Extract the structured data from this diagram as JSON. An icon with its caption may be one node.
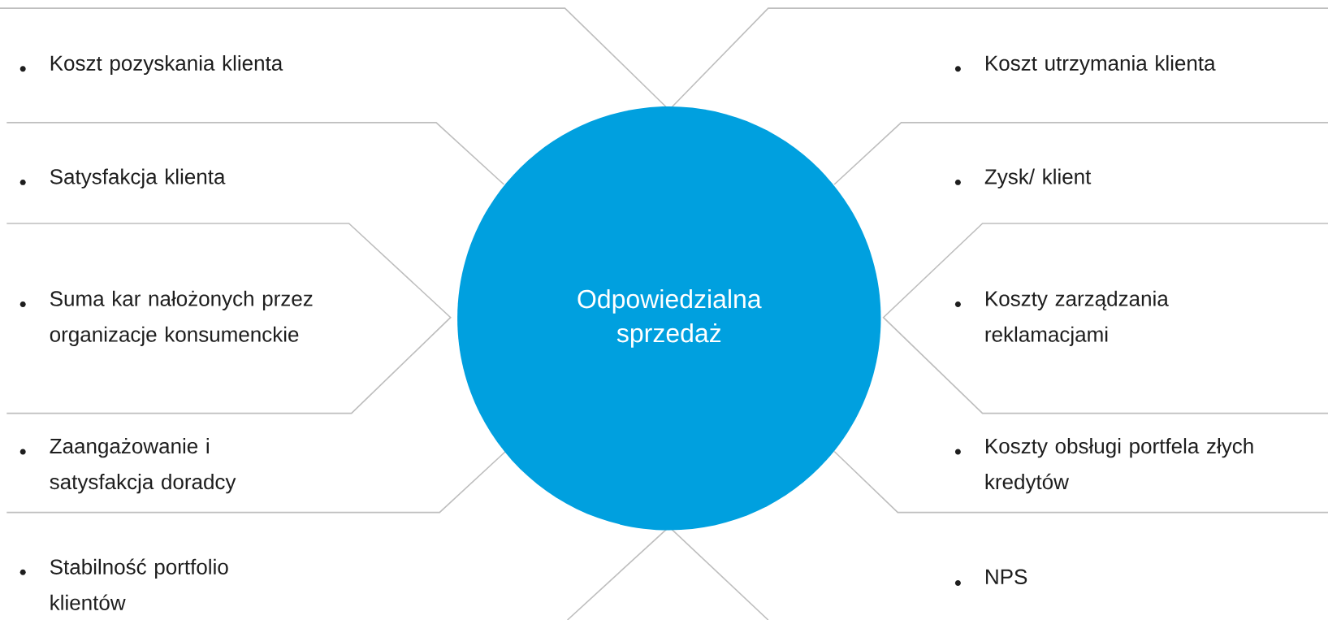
{
  "diagram": {
    "nodes": [
      {
        "text": [
          "Odpowiedzialna sprzedaż"
        ]
      },
      {
        "text": [
          "Koszt pozyskania klienta"
        ]
      },
      {
        "text": [
          "Koszt utrzymania klienta"
        ]
      },
      {
        "text": [
          "Satysfakcja klienta"
        ]
      },
      {
        "text": [
          "Zysk/ klient"
        ]
      },
      {
        "text": [
          "Suma kar nałożonych przez organizacje konsumenckie"
        ]
      },
      {
        "text": [
          "Koszty zarządzania reklamacjami"
        ]
      },
      {
        "text": [
          "Zaangażowanie i satysfakcja doradcy"
        ]
      },
      {
        "text": [
          "Koszty obsługi portfela złych kredytów"
        ]
      },
      {
        "text": [
          "Stabilność portfolio klientów"
        ]
      },
      {
        "text": [
          "NPS"
        ]
      }
    ]
  }
}
